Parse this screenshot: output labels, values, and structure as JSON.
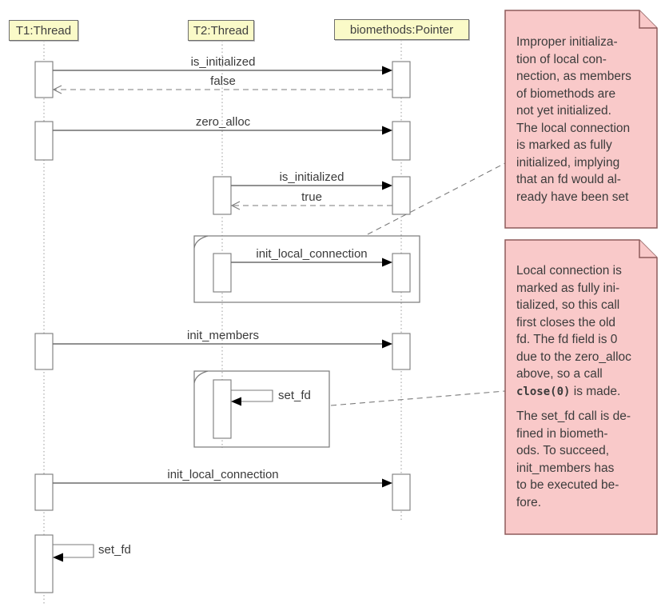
{
  "diagram": {
    "lifelines": [
      {
        "label": "T1:Thread"
      },
      {
        "label": "T2:Thread"
      },
      {
        "label": "biomethods:Pointer"
      }
    ],
    "messages": [
      {
        "label": "is_initialized",
        "kind": "call",
        "from": "T1:Thread",
        "to": "biomethods:Pointer"
      },
      {
        "label": "false",
        "kind": "return",
        "from": "biomethods:Pointer",
        "to": "T1:Thread"
      },
      {
        "label": "zero_alloc",
        "kind": "call",
        "from": "T1:Thread",
        "to": "biomethods:Pointer"
      },
      {
        "label": "is_initialized",
        "kind": "call",
        "from": "T2:Thread",
        "to": "biomethods:Pointer"
      },
      {
        "label": "true",
        "kind": "return",
        "from": "biomethods:Pointer",
        "to": "T2:Thread"
      },
      {
        "label": "init_local_connection",
        "kind": "call",
        "from": "T2:Thread",
        "to": "biomethods:Pointer"
      },
      {
        "label": "init_members",
        "kind": "call",
        "from": "T1:Thread",
        "to": "biomethods:Pointer"
      },
      {
        "label": "set_fd",
        "kind": "self",
        "from": "T2:Thread",
        "to": "T2:Thread"
      },
      {
        "label": "init_local_connection",
        "kind": "call",
        "from": "T1:Thread",
        "to": "biomethods:Pointer"
      },
      {
        "label": "set_fd",
        "kind": "self",
        "from": "T1:Thread",
        "to": "T1:Thread"
      }
    ]
  },
  "notes": [
    {
      "text": "Improper initializa-\ntion of local con-\nnection, as members\nof biomethods are\nnot yet initialized.\nThe local connection\nis marked as fully\ninitialized, implying\nthat an fd would al-\nready have been set"
    },
    {
      "para1": "Local connection is\nmarked as fully ini-\ntialized, so this call\nfirst closes the old\nfd. The fd field is 0\ndue to the zero_alloc\nabove, so a call",
      "code": "close(0)",
      "code_suffix": " is made.",
      "para2": "The set_fd call is de-\nfined in biometh-\nods. To succeed,\ninit_members has\nto be executed be-\nfore."
    }
  ],
  "colors": {
    "header_fill": "#fafac8",
    "note_fill": "#f9c9c9",
    "note_border": "#8d5b5b",
    "line_gray": "#767676",
    "arrow_black": "#000000",
    "text": "#3c3c3c"
  }
}
